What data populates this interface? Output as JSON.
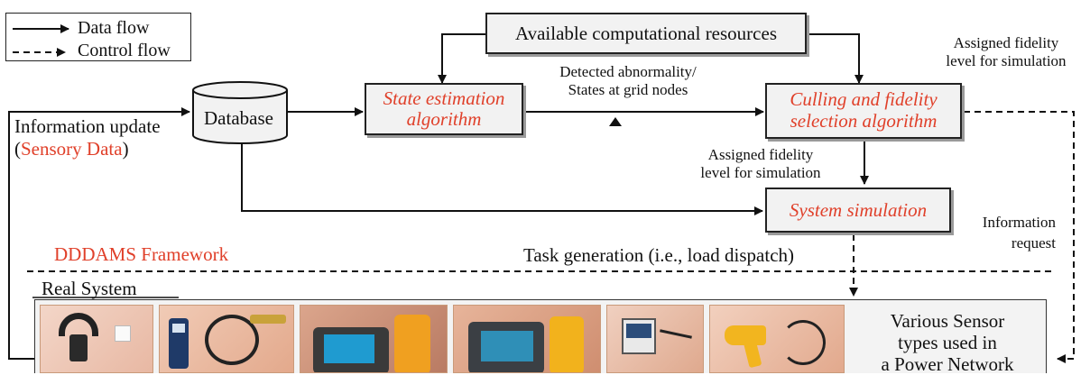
{
  "legend": {
    "data_flow": "Data flow",
    "control_flow": "Control flow"
  },
  "nodes": {
    "resources": "Available computational resources",
    "database": "Database",
    "state_estimation_line1": "State estimation",
    "state_estimation_line2": "algorithm",
    "culling_line1": "Culling and fidelity",
    "culling_line2": "selection algorithm",
    "system_simulation": "System simulation",
    "sensor_line1": "Various Sensor",
    "sensor_line2": "types used in",
    "sensor_line3": "a Power Network"
  },
  "labels": {
    "detected_line1": "Detected abnormality/",
    "detected_line2": "States at grid nodes",
    "assigned_top_line1": "Assigned fidelity",
    "assigned_top_line2": "level for simulation",
    "assigned_mid_line1": "Assigned fidelity",
    "assigned_mid_line2": "level for simulation",
    "info_update_line1": "Information update",
    "info_update_open": "(",
    "info_update_sensory": "Sensory Data",
    "info_update_close": ")",
    "info_request_line1": "Information",
    "info_request_line2": "request",
    "task_generation": "Task generation (i.e., load dispatch)",
    "framework": "DDDAMS Framework",
    "real_system": "Real System"
  },
  "colors": {
    "accent_red": "#e0402a",
    "box_fill": "#f2f2f2",
    "sensor_panel": "#f3f3f3"
  }
}
